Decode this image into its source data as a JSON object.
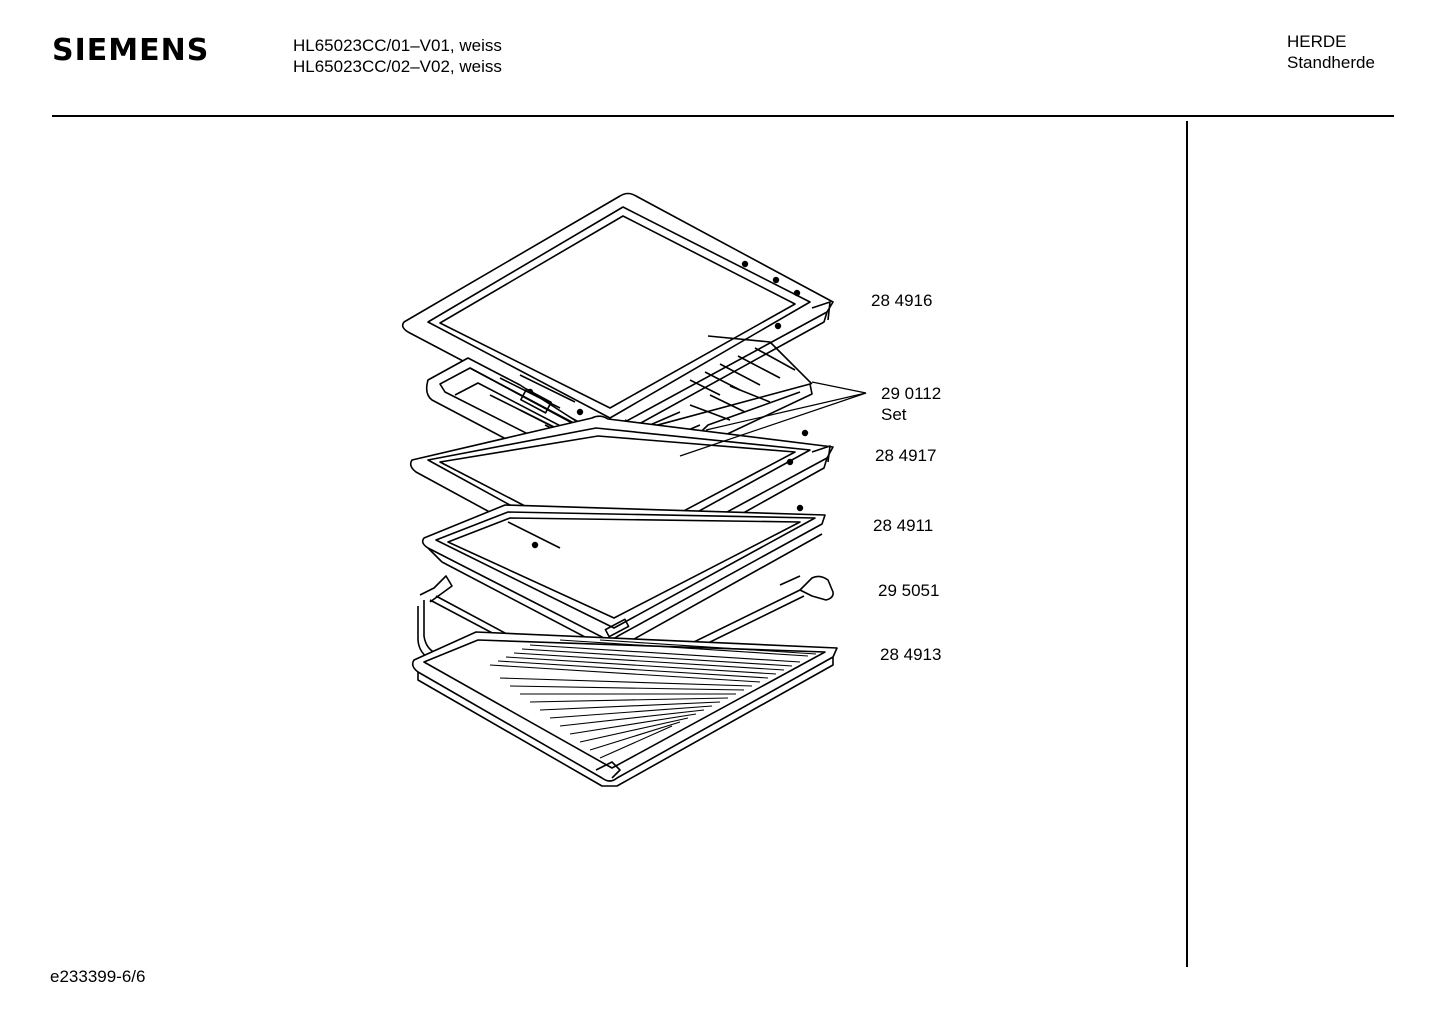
{
  "header": {
    "brand": "SIEMENS",
    "models": [
      "HL65023CC/01–V01, weiss",
      "HL65023CC/02–V02, weiss"
    ],
    "category": [
      "HERDE",
      "Standherde"
    ]
  },
  "parts": [
    {
      "number": "28 4916",
      "sub": ""
    },
    {
      "number": "29 0112",
      "sub": "Set"
    },
    {
      "number": "28 4917",
      "sub": ""
    },
    {
      "number": "28 4911",
      "sub": ""
    },
    {
      "number": "29 5051",
      "sub": ""
    },
    {
      "number": "28 4913",
      "sub": ""
    }
  ],
  "footer": {
    "doc_ref": "e233399-6/6"
  }
}
